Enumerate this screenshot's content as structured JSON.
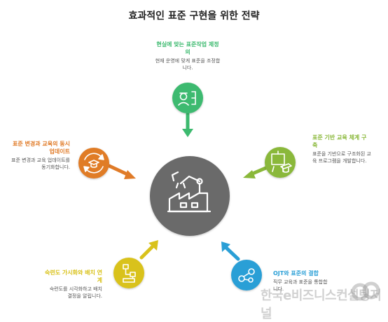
{
  "title": "효과적인 표준 구현을 위한 전략",
  "colors": {
    "center": "#6b6b6b",
    "green": "#3dba6f",
    "lime": "#8ab83a",
    "blue": "#2a9fd6",
    "yellow": "#d9c21b",
    "orange": "#e07b28"
  },
  "items": {
    "top": {
      "title": "현실에 맞는 표준작업 제정의",
      "desc": "현재 운영에 맞게 표준을 조정합니다.",
      "icon": "engineer-icon"
    },
    "right": {
      "title": "표준 기반 교육 체계 구축",
      "desc": "표준을 기반으로 구조화된 교육 프로그램을 개발합니다.",
      "icon": "training-board-icon"
    },
    "bottom_right": {
      "title": "OJT와 표준의 결합",
      "desc": "직무 교육과 표준을 통합합니다.",
      "icon": "links-icon"
    },
    "bottom_left": {
      "title": "숙련도 가시화와 배치 연계",
      "desc": "숙련도를 시각화하고 배치 결정을 알립니다.",
      "icon": "flowchart-icon"
    },
    "left": {
      "title": "표준 변경과 교육의 동시 업데이트",
      "desc": "표준 변경과 교육 업데이트를 동기화합니다.",
      "icon": "sync-education-icon"
    }
  },
  "center_icon": "factory-robot-icon",
  "watermark": "한국e비즈니스컨설팅저널"
}
